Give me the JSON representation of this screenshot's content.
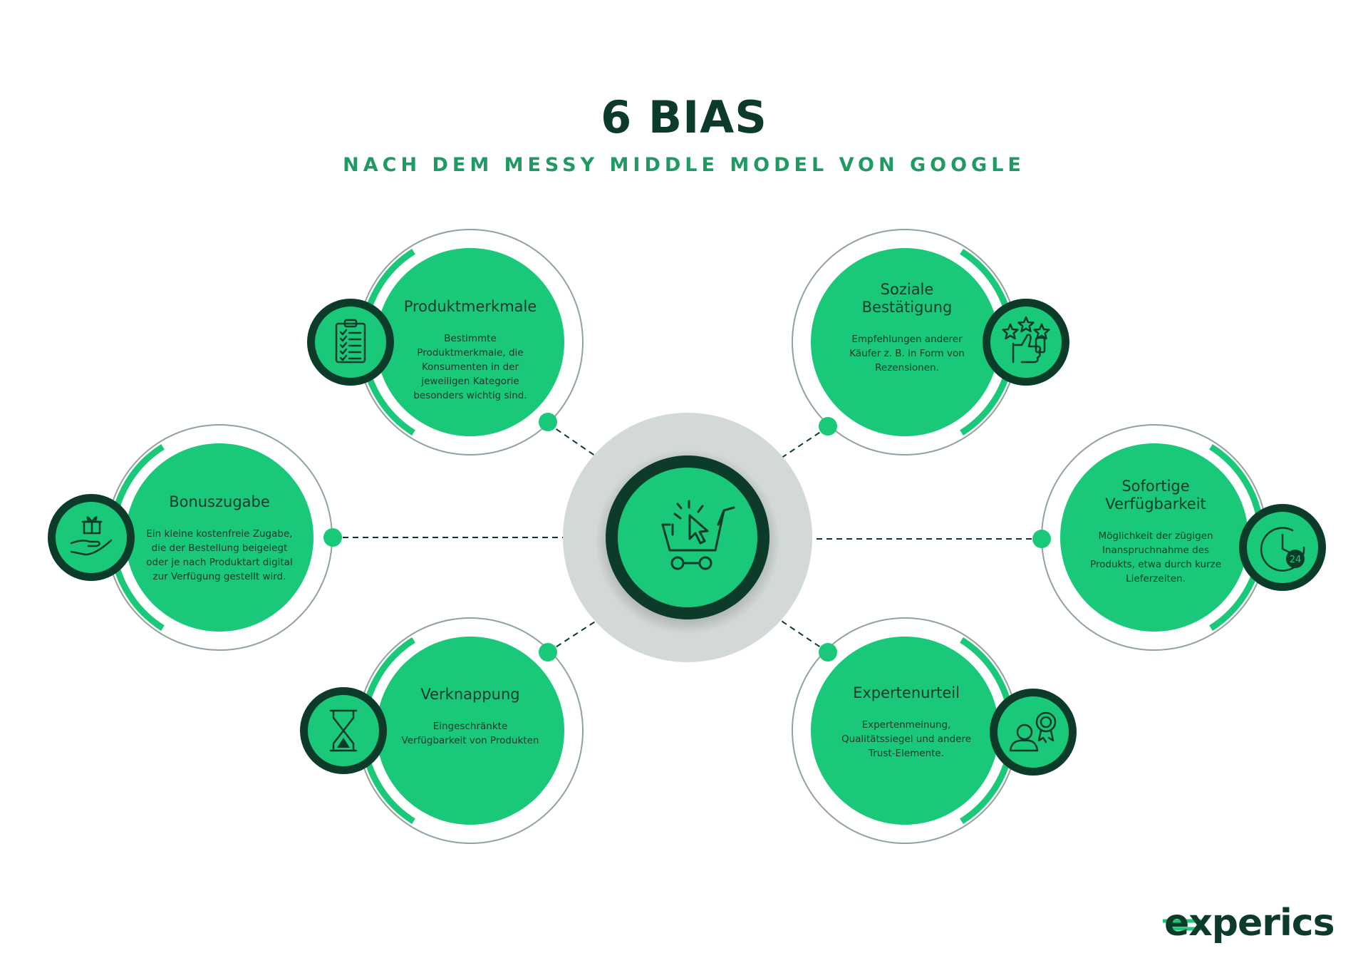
{
  "header": {
    "title": "6 BIAS",
    "subtitle": "NACH DEM MESSY MIDDLE MODEL VON GOOGLE"
  },
  "colors": {
    "dark": "#0d3b2a",
    "green": "#1ac87a",
    "accent": "#1f9a63",
    "halo": "#d3dad6",
    "ring": "#8fa399"
  },
  "center": {
    "icon": "shopping-cart-click-icon"
  },
  "biases": [
    {
      "id": "produktmerkmale",
      "title_lines": [
        "Produktmerkmale"
      ],
      "text_lines": [
        "Bestimmte",
        "Produktmerkmale, die",
        "Konsumenten in der",
        "jeweiligen Kategorie",
        "besonders wichtig sind."
      ],
      "icon": "clipboard-checklist-icon"
    },
    {
      "id": "soziale-bestaetigung",
      "title_lines": [
        "Soziale",
        "Bestätigung"
      ],
      "text_lines": [
        "Empfehlungen anderer",
        "Käufer z. B. in Form von",
        "Rezensionen."
      ],
      "icon": "thumbs-up-stars-icon"
    },
    {
      "id": "bonuszugabe",
      "title_lines": [
        "Bonuszugabe"
      ],
      "text_lines": [
        "Ein kleine kostenfreie Zugabe,",
        "die der Bestellung beigelegt",
        "oder je nach Produktart digital",
        "zur Verfügung gestellt wird."
      ],
      "icon": "gift-hand-icon"
    },
    {
      "id": "sofortige-verfuegbarkeit",
      "title_lines": [
        "Sofortige",
        "Verfügbarkeit"
      ],
      "text_lines": [
        "Möglichkeit der zügigen",
        "Inanspruchnahme des",
        "Produkts, etwa durch kurze",
        "Lieferzeiten."
      ],
      "icon": "clock-24-icon",
      "badge": "24"
    },
    {
      "id": "verknappung",
      "title_lines": [
        "Verknappung"
      ],
      "text_lines": [
        "Eingeschränkte",
        "Verfügbarkeit von Produkten"
      ],
      "icon": "hourglass-icon"
    },
    {
      "id": "expertenurteil",
      "title_lines": [
        "Expertenurteil"
      ],
      "text_lines": [
        "Expertenmeinung,",
        "Qualitätssiegel und andere",
        "Trust-Elemente."
      ],
      "icon": "expert-badge-icon"
    }
  ],
  "logo": {
    "text": "experics"
  }
}
